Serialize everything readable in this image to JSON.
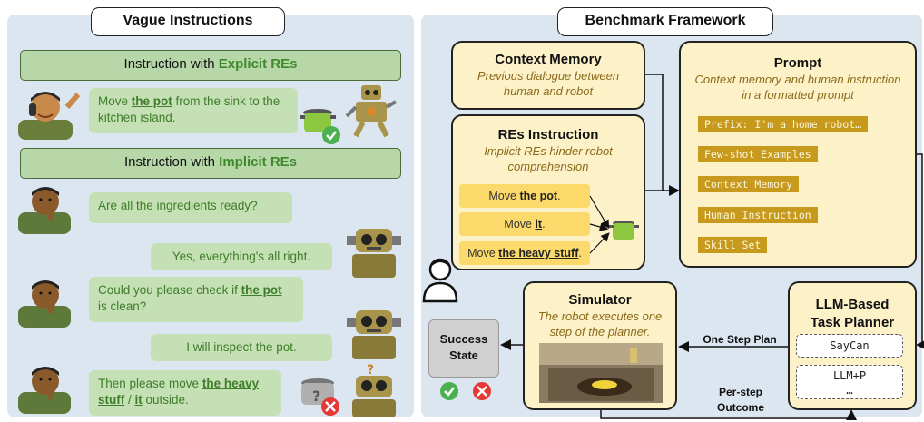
{
  "left_panel": {
    "title": "Vague Instructions",
    "explicit_bar": {
      "prefix": "Instruction with ",
      "highlight": "Explicit REs"
    },
    "implicit_bar": {
      "prefix": "Instruction with ",
      "highlight": "Implicit REs"
    },
    "explicit_msg": {
      "pre": "Move ",
      "bold": "the pot",
      "post": " from the sink to the kitchen island."
    },
    "dialogue": [
      {
        "pre": "Are all the ingredients ready?",
        "bold": "",
        "post": ""
      },
      {
        "pre": "Yes, everything's all right.",
        "bold": "",
        "post": ""
      },
      {
        "pre": "Could you please check if ",
        "bold": "the pot",
        "post": " is clean?"
      },
      {
        "pre": "I will inspect the pot.",
        "bold": "",
        "post": ""
      },
      {
        "pre": "Then please move ",
        "bold": "the heavy stuff",
        "mid": " / ",
        "bold2": "it",
        "post": " outside."
      }
    ]
  },
  "right_panel": {
    "title": "Benchmark Framework",
    "context_memory": {
      "title": "Context Memory",
      "sub": "Previous dialogue between human and robot"
    },
    "res_instruction": {
      "title": "REs Instruction",
      "sub": "Implicit REs hinder robot comprehension"
    },
    "res_examples": [
      {
        "pre": "Move ",
        "bold": "the pot",
        "post": "."
      },
      {
        "pre": "Move ",
        "bold": "it",
        "post": "."
      },
      {
        "pre": "Move ",
        "bold": "the heavy stuff",
        "post": "."
      }
    ],
    "prompt": {
      "title": "Prompt",
      "sub": "Context memory and human instruction in a formatted prompt",
      "items": [
        "Prefix: I'm a home robot…",
        "Few-shot Examples",
        "Context Memory",
        "Human Instruction",
        "Skill Set"
      ]
    },
    "simulator": {
      "title": "Simulator",
      "sub": "The robot executes one step of the planner."
    },
    "planner": {
      "title": "LLM-Based Task Planner",
      "items": [
        "SayCan",
        "LLM+P",
        "…"
      ]
    },
    "success": {
      "title": "Success State"
    },
    "one_step_label": "One Step Plan",
    "per_step_label": "Per-step Outcome"
  },
  "colors": {
    "panel_bg": "#dce6f1",
    "green_text": "#3e7d2a",
    "cream": "#fdf1c8",
    "tag": "#c79a1e"
  }
}
